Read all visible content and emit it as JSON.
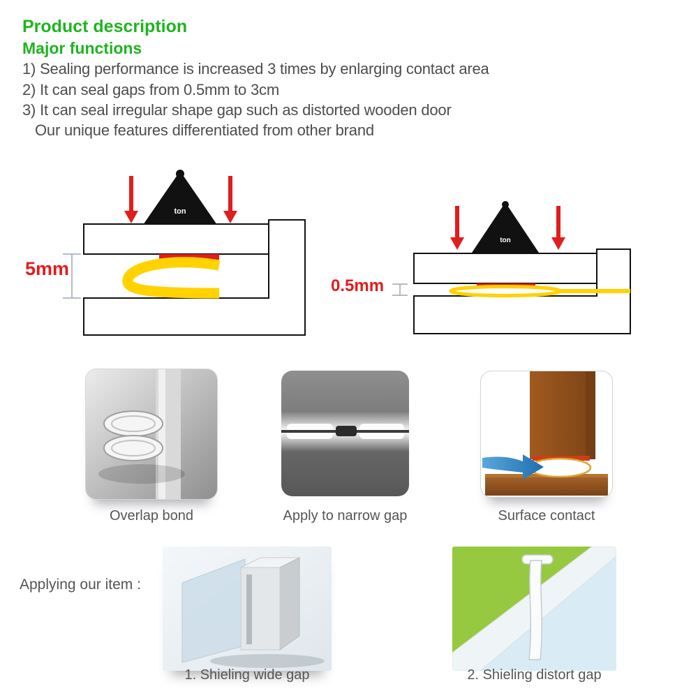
{
  "header": {
    "title": "Product description",
    "subtitle": "Major functions",
    "points": [
      "1) Sealing performance is increased 3 times by enlarging contact area",
      "2) It can seal gaps from 0.5mm to 3cm",
      "3) It can seal irregular shape gap such as distorted wooden door"
    ],
    "note": "Our unique features differentiated from other brand"
  },
  "diagrams": {
    "left": {
      "gap_label": "5mm",
      "weight_label": "ton"
    },
    "right": {
      "gap_label": "0.5mm",
      "weight_label": "ton"
    }
  },
  "features": {
    "captions": [
      "Overlap bond",
      "Apply to narrow gap",
      "Surface contact"
    ]
  },
  "applying": {
    "label": "Applying our item :",
    "captions": [
      "1. Shieling wide gap",
      "2. Shieling distort gap"
    ]
  },
  "colors": {
    "heading_green": "#1fb41f",
    "accent_red": "#e11d1d",
    "seal_yellow": "#ffd200",
    "body_text": "#4d4d4d",
    "wood_brown": "#95551f",
    "grass_green": "#96c93f",
    "sky_blue": "#d9ecf6"
  }
}
